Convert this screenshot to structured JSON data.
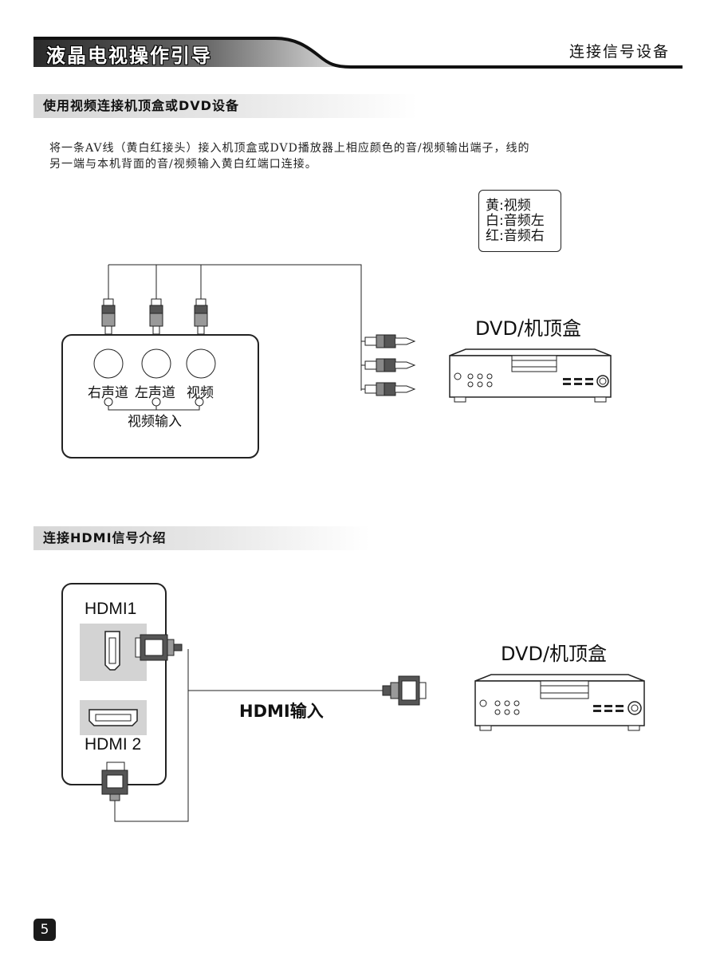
{
  "header": {
    "title": "液晶电视操作引导",
    "section": "连接信号设备"
  },
  "section1": {
    "heading": "使用视频连接机顶盒或DVD设备",
    "paragraph_line1": "将一条AV线（黄白红接头）接入机顶盒或DVD播放器上相应颜色的音/视频输出端子，线的",
    "paragraph_line2": "另一端与本机背面的音/视频输入黄白红端口连接。",
    "legend": {
      "line1": "黄:视频",
      "line2": "白:音频左",
      "line3": "红:音频右"
    },
    "dvd_label": "DVD/机顶盒",
    "jack_labels": [
      "右声道",
      "左声道",
      "视频"
    ],
    "input_group_label": "视频输入"
  },
  "section2": {
    "heading": "连接HDMI信号介绍",
    "hdmi1_label": "HDMI1",
    "hdmi2_label": "HDMI 2",
    "input_label": "HDMI输入",
    "dvd_label": "DVD/机顶盒"
  },
  "page_number": "5"
}
